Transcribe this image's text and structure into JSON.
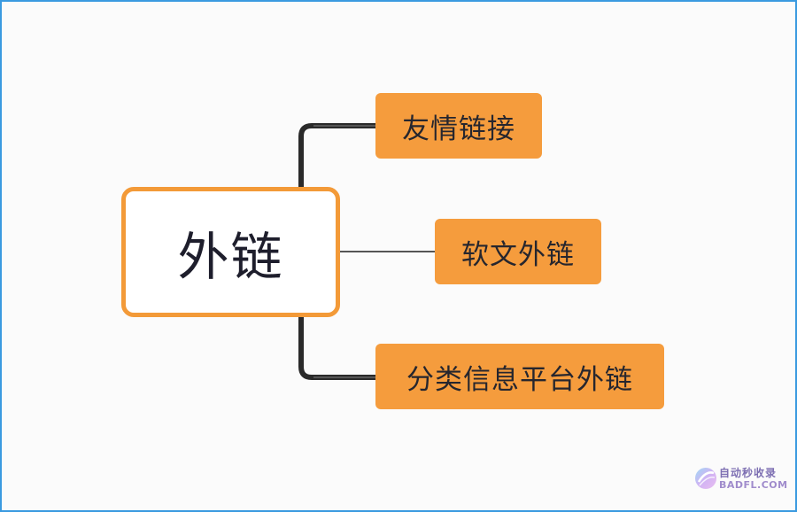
{
  "mindmap": {
    "root": {
      "label": "外链"
    },
    "children": [
      {
        "label": "友情链接"
      },
      {
        "label": "软文外链"
      },
      {
        "label": "分类信息平台外链"
      }
    ]
  },
  "watermark": {
    "text_cn": "自动秒收录",
    "text_en": "BADFL.COM"
  },
  "colors": {
    "frame_border": "#3a9ae0",
    "background": "#fbfbfb",
    "root_border": "#f39a38",
    "child_fill": "#f59c3d",
    "trunk": "#2a2a2a",
    "branch": "#555555"
  }
}
